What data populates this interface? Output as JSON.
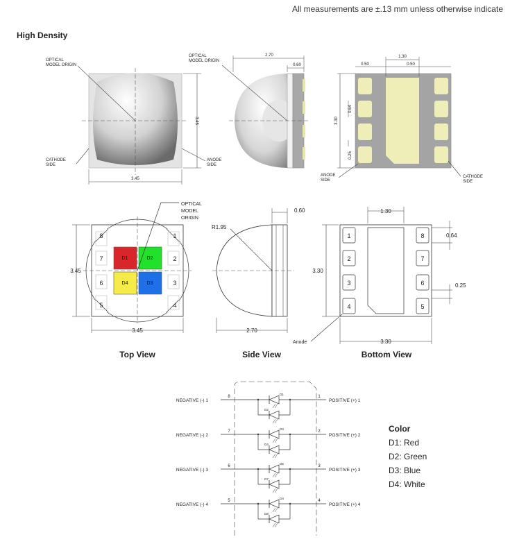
{
  "header": {
    "note": "All measurements are ±.13 mm unless otherwise indicate"
  },
  "section": {
    "title": "High Density"
  },
  "top_row": {
    "front": {
      "optical_label_1": "OPTICAL",
      "optical_label_2": "MODEL ORIGIN",
      "cathode_label_1": "CATHODE",
      "cathode_label_2": "SIDE",
      "anode_label_1": "ANODE",
      "anode_label_2": "SIDE",
      "dim_width": "3.45",
      "dim_height": "3.45"
    },
    "side": {
      "optical_label_1": "OPTICAL",
      "optical_label_2": "MODEL ORIGIN",
      "dim_total": "2.70",
      "dim_body": "0.60"
    },
    "bottom": {
      "dim_top": "1.30",
      "dim_left": "0.50",
      "dim_right": "0.50",
      "dim_height": "3.30",
      "dim_pad": "0.64",
      "dim_gap": "0.25",
      "anode_label_1": "ANODE",
      "anode_label_2": "SIDE",
      "cathode_label_1": "CATHODE",
      "cathode_label_2": "SIDE"
    }
  },
  "mid_row": {
    "top_view": {
      "label": "Top View",
      "optical_1": "OPTICAL",
      "optical_2": "MODEL",
      "optical_3": "ORIGIN",
      "pins": [
        "8",
        "1",
        "7",
        "2",
        "6",
        "3",
        "5",
        "4"
      ],
      "dies": [
        {
          "name": "D1",
          "color": "#d9262b"
        },
        {
          "name": "D2",
          "color": "#22e12a"
        },
        {
          "name": "D4",
          "color": "#f5ec48"
        },
        {
          "name": "D3",
          "color": "#1f6fe8"
        }
      ],
      "dim_width": "3.45",
      "dim_height": "3.45"
    },
    "side_view": {
      "label": "Side View",
      "radius": "R1.95",
      "dim_body": "0.60",
      "dim_total": "2.70"
    },
    "bottom_view": {
      "label": "Bottom View",
      "anode": "Anode",
      "pins_left": [
        "1",
        "2",
        "3",
        "4"
      ],
      "pins_right": [
        "8",
        "7",
        "6",
        "5"
      ],
      "dim_top": "1.30",
      "dim_height": "3.30",
      "dim_width": "3.30",
      "dim_pad": "0.64",
      "dim_gap": "0.25"
    }
  },
  "schematic": {
    "rows": [
      {
        "neg": "NEGATIVE (-) 1",
        "pos": "POSITIVE (+) 1",
        "neg_pin": "8",
        "pos_pin": "1",
        "d_top": "D1",
        "d_bot": "D2"
      },
      {
        "neg": "NEGATIVE (-) 2",
        "pos": "POSITIVE (+) 2",
        "neg_pin": "7",
        "pos_pin": "2",
        "d_top": "D3",
        "d_bot": "D4"
      },
      {
        "neg": "NEGATIVE (-) 3",
        "pos": "POSITIVE (+) 3",
        "neg_pin": "6",
        "pos_pin": "3",
        "d_top": "D5",
        "d_bot": "D7"
      },
      {
        "neg": "NEGATIVE (-) 4",
        "pos": "POSITIVE (+) 4",
        "neg_pin": "5",
        "pos_pin": "4",
        "d_top": "D4",
        "d_bot": "D8"
      }
    ]
  },
  "legend": {
    "title": "Color",
    "items": [
      "D1: Red",
      "D2: Green",
      "D3: Blue",
      "D4: White"
    ]
  }
}
